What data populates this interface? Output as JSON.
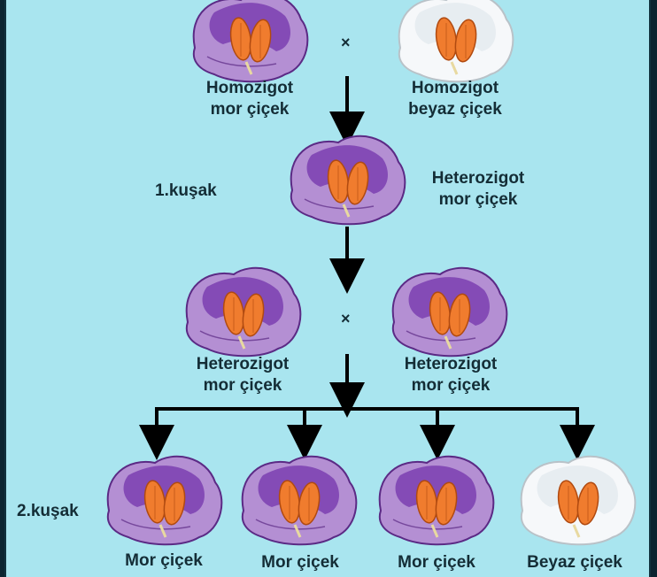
{
  "cross_symbol": "×",
  "generation_labels": {
    "first": "1.kuşak",
    "second": "2.kuşak"
  },
  "parents": {
    "left": {
      "line1": "Homozigot",
      "line2": "mor çiçek",
      "color": "purple"
    },
    "right": {
      "line1": "Homozigot",
      "line2": "beyaz çiçek",
      "color": "white"
    }
  },
  "f1": {
    "line1": "Heterozigot",
    "line2": "mor çiçek",
    "color": "purple"
  },
  "f1_cross": {
    "left": {
      "line1": "Heterozigot",
      "line2": "mor çiçek",
      "color": "purple"
    },
    "right": {
      "line1": "Heterozigot",
      "line2": "mor çiçek",
      "color": "purple"
    }
  },
  "f2": [
    {
      "label": "Mor çiçek",
      "color": "purple"
    },
    {
      "label": "Mor çiçek",
      "color": "purple"
    },
    {
      "label": "Mor çiçek",
      "color": "purple"
    },
    {
      "label": "Beyaz çiçek",
      "color": "white"
    }
  ],
  "colors": {
    "background": "#a9e5ef",
    "purple_petal": "#b48fd3",
    "purple_dark": "#7b3fb0",
    "white_petal": "#f6f8fa",
    "anther": "#f07c2e",
    "arrow": "#000000"
  }
}
